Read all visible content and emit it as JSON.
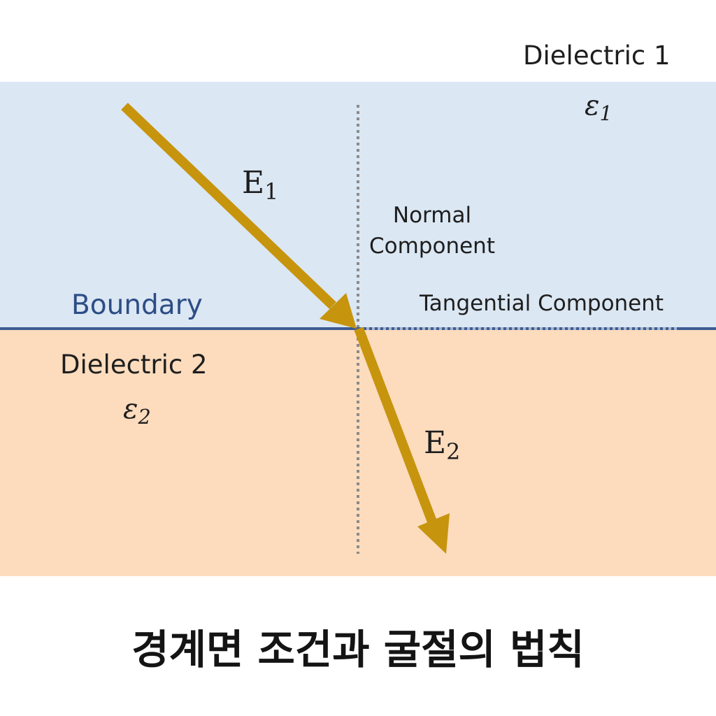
{
  "colors": {
    "dielectric_1": "#dbe7f3",
    "dielectric_2": "#fcdcbd",
    "boundary": "#3d5c94",
    "arrow": "#c7940e",
    "guide": "#8a8a8a",
    "boundary_text": "#2d4d86"
  },
  "labels": {
    "dielectric_1": "Dielectric 1",
    "epsilon_1_symbol": "ε",
    "epsilon_1_sub": "1",
    "field_1_symbol": "E",
    "field_1_sub": "1",
    "normal_line1": "Normal",
    "normal_line2": "Component",
    "boundary": "Boundary",
    "tangential": "Tangential Component",
    "dielectric_2": "Dielectric 2",
    "epsilon_2_symbol": "ε",
    "epsilon_2_sub": "2",
    "field_2_symbol": "E",
    "field_2_sub": "2"
  },
  "title": "경계면 조건과 굴절의 법칙"
}
